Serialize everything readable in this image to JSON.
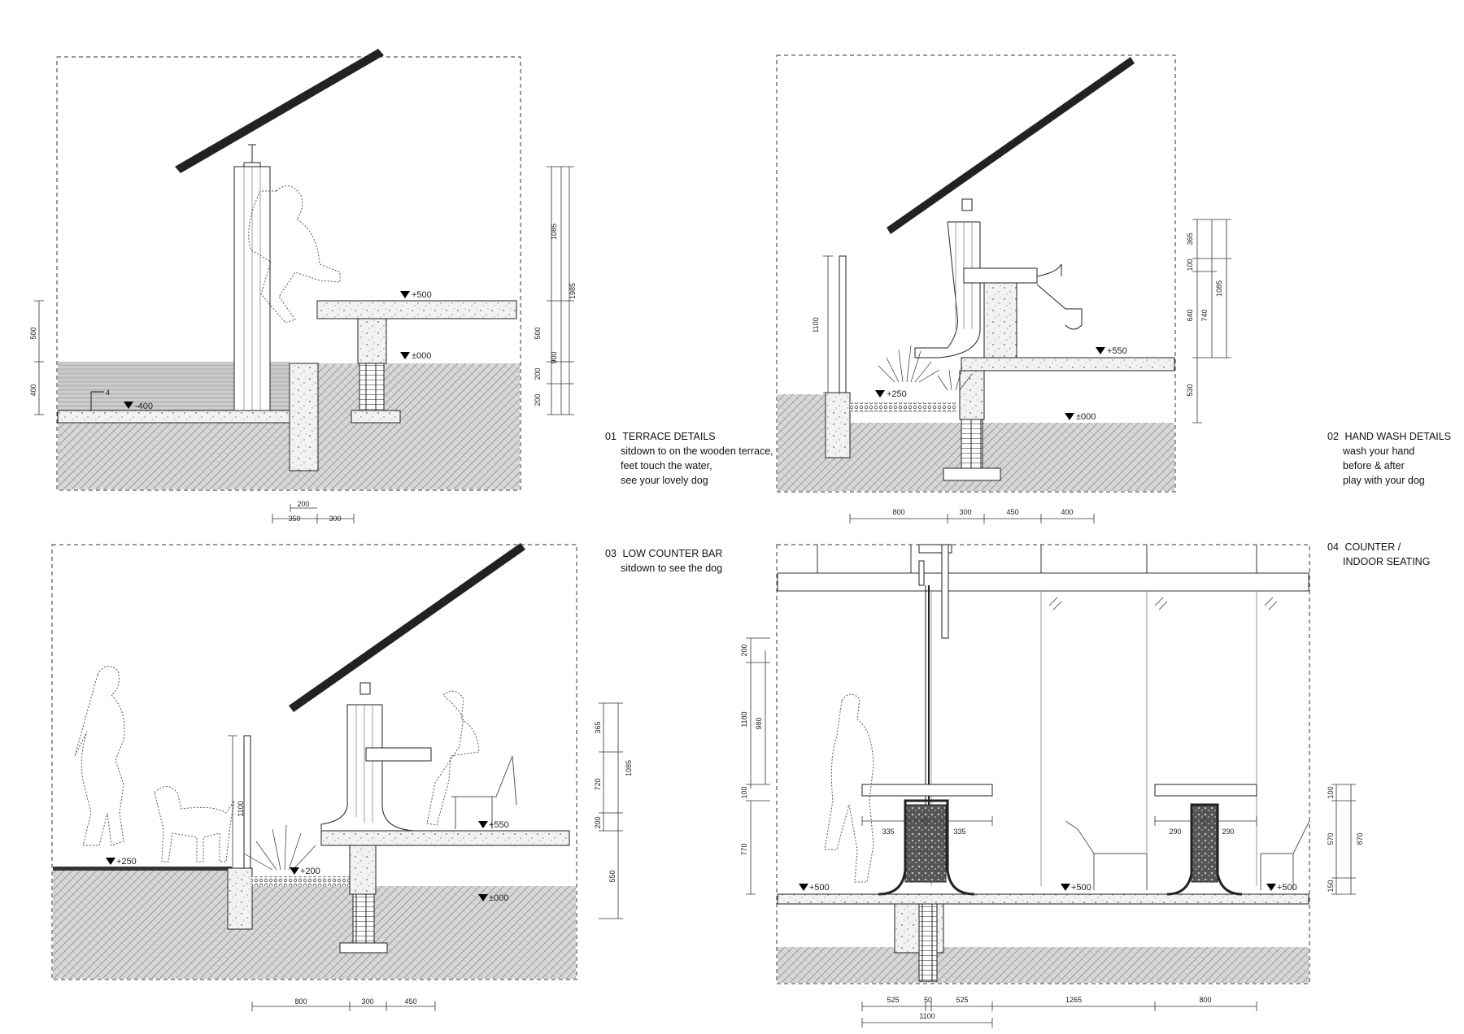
{
  "captions": [
    {
      "num": "01",
      "title": "TERRACE DETAILS",
      "lines": [
        "sitdown to on the wooden terrace,",
        "feet touch the water,",
        "see your lovely dog"
      ]
    },
    {
      "num": "02",
      "title": "HAND WASH DETAILS",
      "lines": [
        "wash your hand",
        "before & after",
        "play with your dog"
      ]
    },
    {
      "num": "03",
      "title": "LOW COUNTER BAR",
      "lines": [
        "sitdown to see the dog"
      ]
    },
    {
      "num": "04",
      "title": "COUNTER /",
      "lines": [
        "INDOOR SEATING"
      ]
    }
  ],
  "panel1": {
    "levels": {
      "plus500": "+500",
      "zero": "±000",
      "minus400": "-400"
    },
    "slope": "4",
    "dims_right": [
      "1085",
      "1985",
      "500",
      "900",
      "200",
      "200"
    ],
    "dims_left": [
      "500",
      "400"
    ],
    "dims_bottom": [
      "200",
      "350",
      "300"
    ]
  },
  "panel2": {
    "levels": {
      "plus550": "+550",
      "plus250": "+250",
      "zero": "±000"
    },
    "dims_left": [
      "1100"
    ],
    "dims_right": [
      "365",
      "100",
      "1085",
      "640",
      "740",
      "530"
    ],
    "dims_bottom": [
      "800",
      "300",
      "450",
      "400"
    ]
  },
  "panel3": {
    "levels": {
      "plus250": "+250",
      "plus200": "+200",
      "plus550": "+550",
      "zero": "±000"
    },
    "dims_mid": [
      "1100"
    ],
    "dims_right": [
      "365",
      "1085",
      "720",
      "200",
      "550"
    ],
    "dims_bottom": [
      "800",
      "300",
      "450"
    ]
  },
  "panel4": {
    "levels": {
      "plus500a": "+500",
      "plus500b": "+500",
      "plus500c": "+500"
    },
    "dims_left": [
      "200",
      "1180",
      "980",
      "100",
      "770"
    ],
    "dims_mid": [
      "335",
      "335",
      "290",
      "290"
    ],
    "dims_right": [
      "100",
      "570",
      "870",
      "150"
    ],
    "dims_bottom": [
      "525",
      "50",
      "525",
      "1265",
      "800",
      "1100"
    ]
  }
}
